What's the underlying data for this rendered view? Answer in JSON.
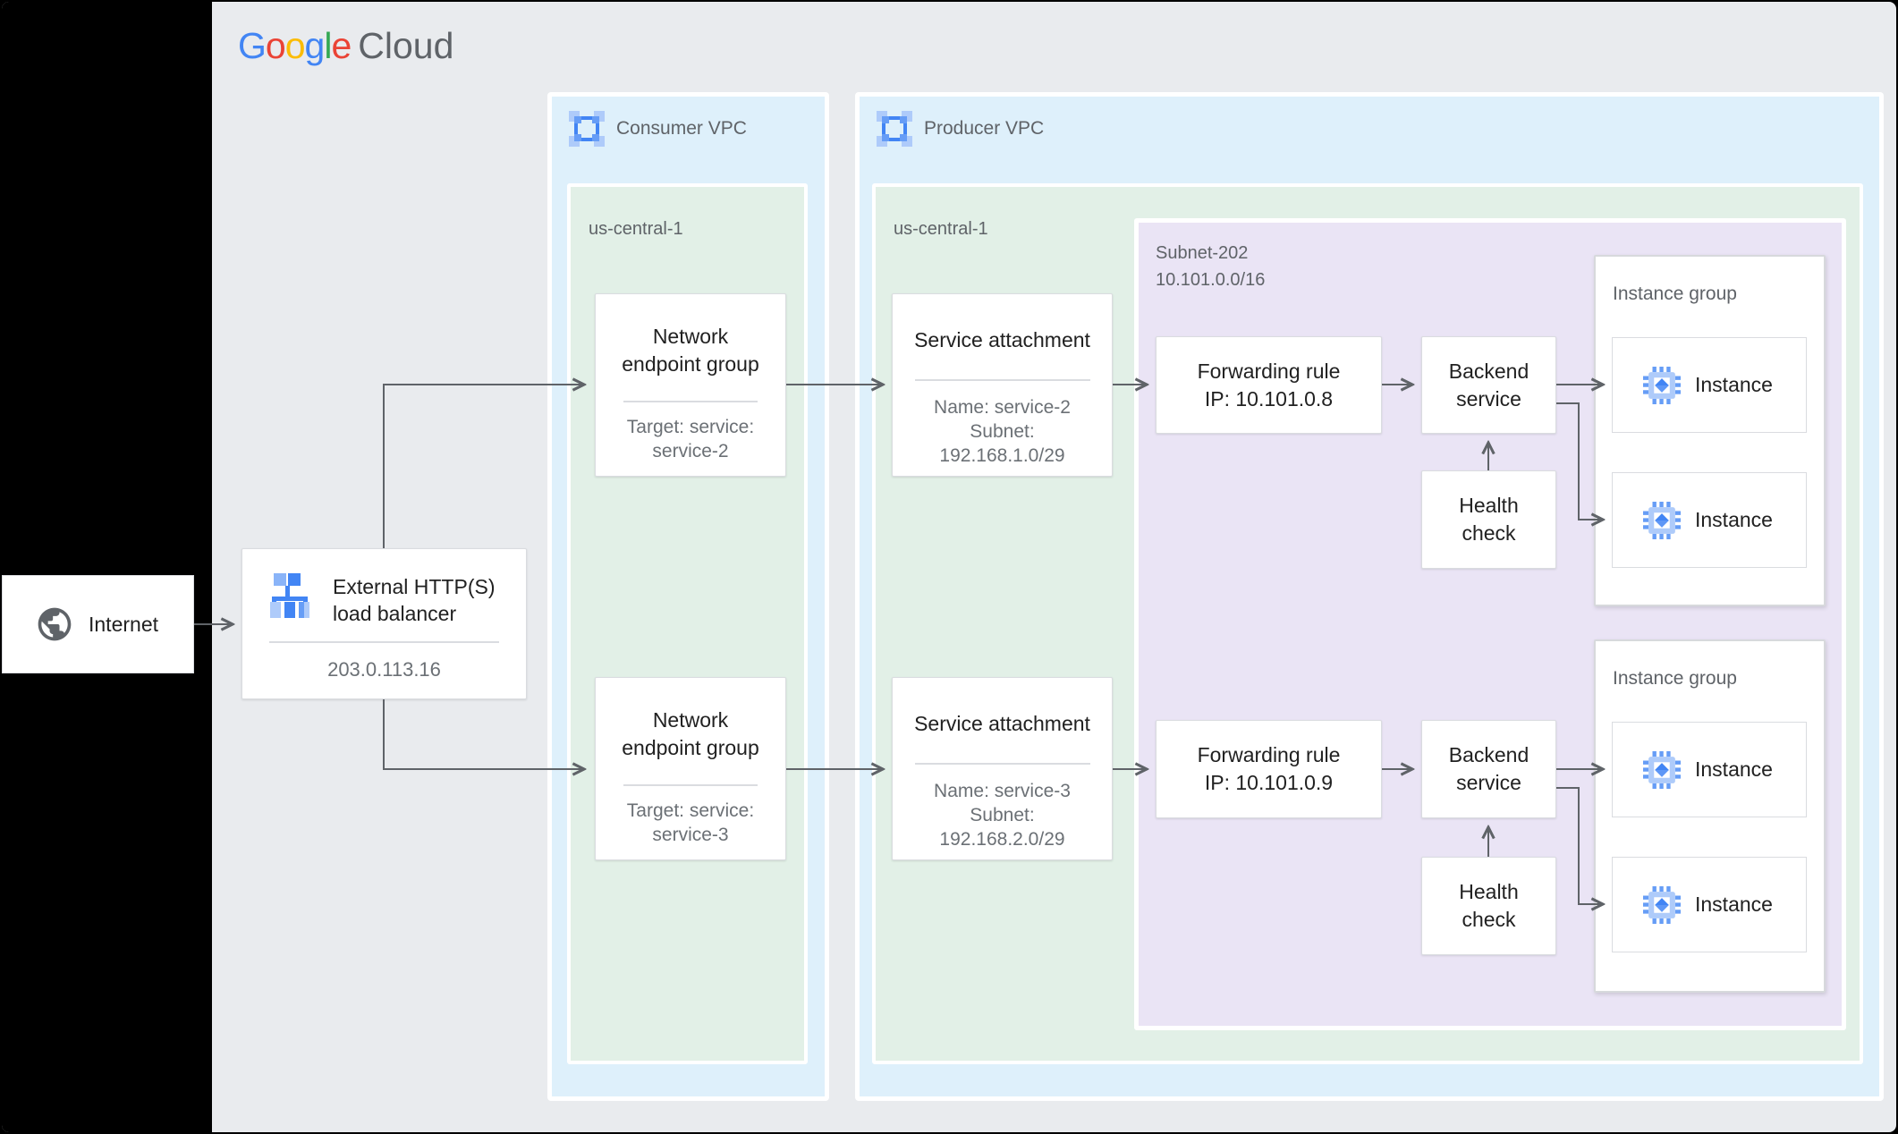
{
  "logo": {
    "letters": [
      "G",
      "o",
      "o",
      "g",
      "l",
      "e"
    ],
    "suffix": "Cloud"
  },
  "internet": {
    "label": "Internet"
  },
  "load_balancer": {
    "title_line1": "External HTTP(S)",
    "title_line2": "load balancer",
    "ip": "203.0.113.16"
  },
  "consumer_vpc": {
    "label": "Consumer VPC",
    "region": "us-central-1",
    "negs": [
      {
        "title": "Network endpoint group",
        "target": [
          "Target: service:",
          "service-2"
        ]
      },
      {
        "title": "Network endpoint group",
        "target": [
          "Target: service:",
          "service-3"
        ]
      }
    ]
  },
  "producer_vpc": {
    "label": "Producer VPC",
    "region": "us-central-1",
    "attachments": [
      {
        "title": "Service attachment",
        "lines": [
          "Name: service-2",
          "Subnet:",
          "192.168.1.0/29"
        ]
      },
      {
        "title": "Service attachment",
        "lines": [
          "Name: service-3",
          "Subnet:",
          "192.168.2.0/29"
        ]
      }
    ],
    "subnet": {
      "name": "Subnet-202",
      "cidr": "10.101.0.0/16"
    },
    "rows": [
      {
        "forwarding": [
          "Forwarding rule",
          "IP: 10.101.0.8"
        ],
        "backend": [
          "Backend",
          "service"
        ],
        "health": [
          "Health",
          "check"
        ],
        "group": {
          "label": "Instance group",
          "instances": [
            "Instance",
            "Instance"
          ]
        }
      },
      {
        "forwarding": [
          "Forwarding rule",
          "IP: 10.101.0.9"
        ],
        "backend": [
          "Backend",
          "service"
        ],
        "health": [
          "Health",
          "check"
        ],
        "group": {
          "label": "Instance group",
          "instances": [
            "Instance",
            "Instance"
          ]
        }
      }
    ]
  },
  "colors": {
    "vpc_fill": "#def0fb",
    "region_fill": "#e2f0e7",
    "subnet_fill": "#eae4f5",
    "canvas_bg": "#e9ebee",
    "arrow": "#5f6368",
    "google_blue": "#4285F4",
    "google_red": "#EA4335",
    "google_yellow": "#FBBC05",
    "google_green": "#34A853",
    "label_gray": "#5f6368"
  }
}
